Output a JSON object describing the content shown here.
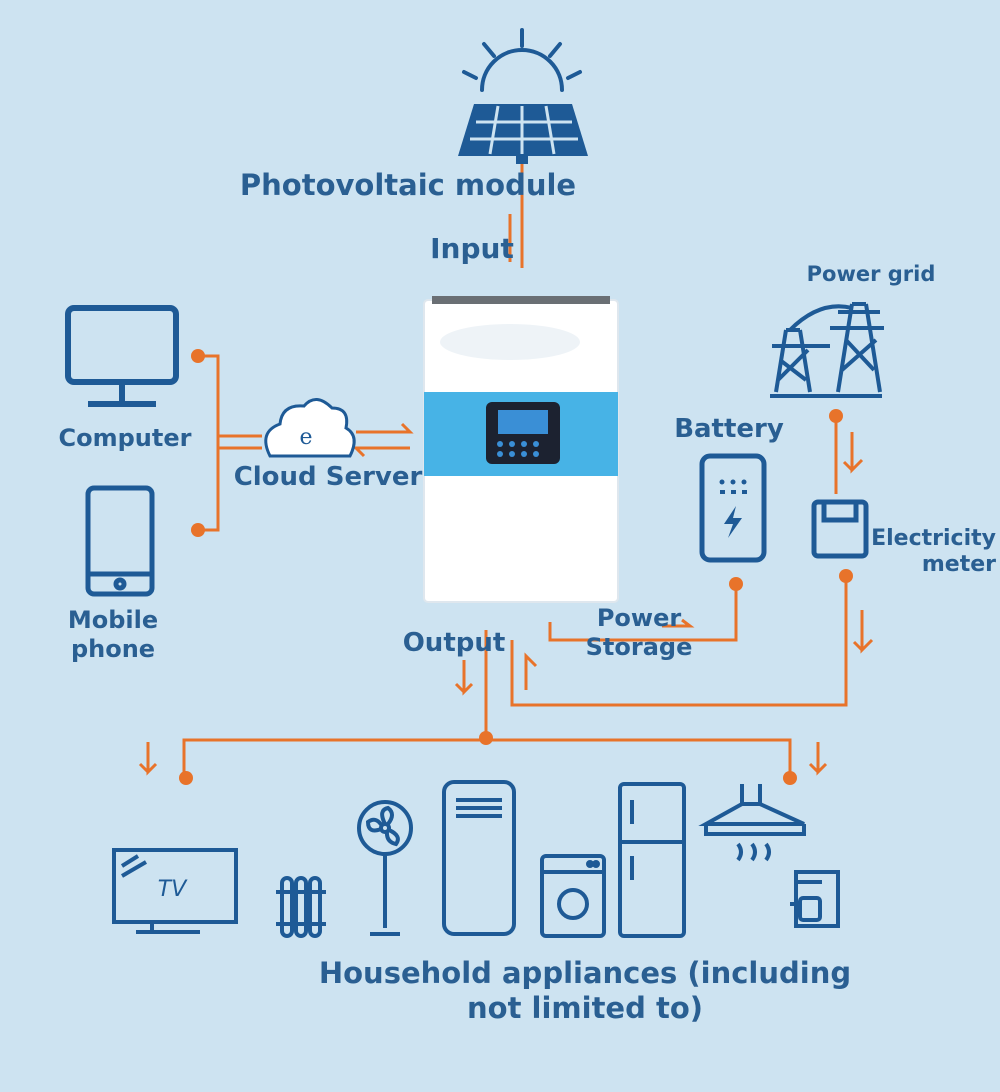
{
  "colors": {
    "background": "#cde3f1",
    "icon_blue": "#1e5a96",
    "text_blue": "#2a5f92",
    "wire_orange": "#e8732a",
    "inverter_band": "#47b3e6",
    "inverter_body": "#ffffff",
    "lcd_screen": "#3a8fd6"
  },
  "labels": {
    "pv_module": "Photovoltaic module",
    "input": "Input",
    "power_grid": "Power grid",
    "computer": "Computer",
    "cloud_server": "Cloud Server",
    "cloud_letter": "e",
    "battery": "Battery",
    "electricity_meter": "Electricity meter",
    "mobile_phone": "Mobile phone",
    "output": "Output",
    "power_storage": "Power Storage",
    "tv": "TV",
    "appliances": "Household appliances (including not limited to)"
  },
  "icons": {
    "sun": "sun-icon",
    "solar_panel": "solar-panel-icon",
    "computer": "monitor-icon",
    "phone": "smartphone-icon",
    "cloud": "cloud-icon",
    "pylon": "transmission-tower-icon",
    "battery": "battery-icon",
    "meter": "electricity-meter-icon",
    "tv": "tv-icon",
    "radiator": "radiator-icon",
    "fan": "standing-fan-icon",
    "air_conditioner": "air-conditioner-icon",
    "washing_machine": "washing-machine-icon",
    "fridge": "refrigerator-icon",
    "range_hood": "range-hood-icon",
    "coffee_maker": "coffee-maker-icon"
  }
}
